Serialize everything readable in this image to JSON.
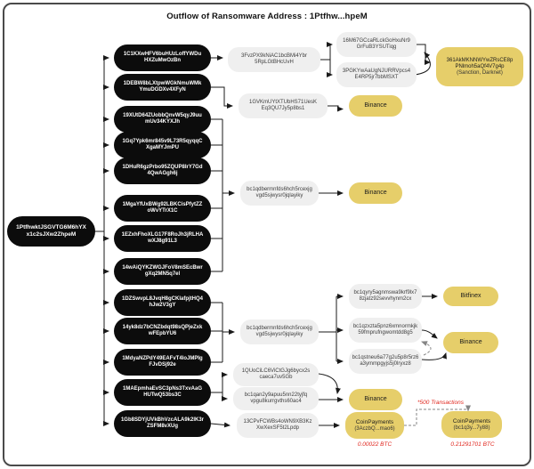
{
  "title": "Outflow of Ransomware Address : 1Ptfhw...hpeM",
  "colors": {
    "source_node": "#0c0c0c",
    "intermediate_node": "#efefef",
    "exchange_node": "#e6ce6a",
    "flow_annotation": "#e0261d"
  },
  "nodes": {
    "main": {
      "label": "1PtfhwktJSGVTG6M6hYX x1c2sJXw2ZhpeM"
    },
    "b1": {
      "label": "1C1KXwHFV6buHUzLoffYWDu HXZuMwOzBn"
    },
    "b2": {
      "label": "1DEBW8bLXtpwWGkNmuWMk YmuDGDXv4XFyN"
    },
    "b3": {
      "label": "19XUtD64ZUobbQnvW5qyJ9uu mUv34KYXJh"
    },
    "b4": {
      "label": "1Gq7Ypk6mr845v9L73R5qyqqC XgaMYJmPU"
    },
    "b5": {
      "label": "1DHuR6gzPrbo95ZQUP8IrY7Gd 4QwAGgh6j"
    },
    "b6": {
      "label": "1MgaYfUxBWg92LBKCisPfytZZ oWvYTrX1C"
    },
    "b7": {
      "label": "1EZxhFhoXLG17F8RoJh3jRLHA wXJ8g91L3"
    },
    "b8": {
      "label": "14wAiQYKZWGJFoV8mSEcBwr gXq2MN5q7el"
    },
    "b9": {
      "label": "1DZSwvpL8JvqH8gCKlafpjtHQ4 hJw2V3gY"
    },
    "b10": {
      "label": "14yk8dz7bCNZbdqt98sQPjeZxk wFEpbYU6"
    },
    "b11": {
      "label": "1MdyaNZPdY49EAFvT4loJMPIg FJvDSj92e"
    },
    "b12": {
      "label": "1MAEpmhaEvSC3pNs3TxvAaG HUTwQ53bs3C"
    },
    "b13": {
      "label": "1Gb8SDYjUVkBhVzcALA9k2lK3r ZSFM8vXUg"
    },
    "g1": {
      "label": "3FvzPX9kNiAC1bcBMi4Ybr 5RpLGtBHcUvH"
    },
    "g2": {
      "label": "1GVKmUYtXTUbHS71UesK Eq3QU7Jy5p8bs1"
    },
    "g3": {
      "label": "bc1qdbermnfds6hch5rcexjg vgd5sjwysr0jqlayiky"
    },
    "g4": {
      "label": "bc1qdbermnfds6hch5rcexjg vgd5sjwysr0jqlayiky"
    },
    "g5": {
      "label": "1QUoCiLC6ViCtGJg6bycx2s caeca7uv5Gb"
    },
    "g6": {
      "label": "bc1qan2y9apuu5nn22tyjfq vpgu8kurrgvths60ac4"
    },
    "g7": {
      "label": "13CPvFCWBs4oWN9XB3Kz XwXexSF5t2Lpdp"
    },
    "g8": {
      "label": "16M67GCcaRLckGoHxuNr9 GrFuB3YSUTiqg"
    },
    "g9": {
      "label": "3PGKYwAaUgNJURRVpcs4 E4RP5jr7bbMSXT"
    },
    "g10": {
      "label": "bc1qyry5agnmswa9krf9lx7 8zjatz92sevvhynm2cx"
    },
    "g11": {
      "label": "bc1qzxzta5pnz6xmnormkjk 59fmprufngwomtdd8g5"
    },
    "g12": {
      "label": "bc1qstneu6a77g2u5p8r5rz6 a3ymmpgyjs5j0lryxz8"
    },
    "y1": {
      "label": "361AkMKNNWYwZRsCE8p PNlmoh5aQf4V7g4p",
      "sub": "(Sanction, Darknet)"
    },
    "y2": {
      "label": "Binance"
    },
    "y3": {
      "label": "Binance"
    },
    "y4": {
      "label": "Bitfinex"
    },
    "y5": {
      "label": "Binance"
    },
    "y6": {
      "label": "Binance"
    },
    "y7": {
      "label": "CoinPayments",
      "sub": "(3AczbQ...mao6)"
    },
    "y8": {
      "label": "CoinPayments",
      "sub": "(bc1q3y...7y88)"
    }
  },
  "annotations": {
    "amount_left": "0.00022 BTC",
    "amount_right": "0.21291701 BTC",
    "tx_note": "*500 Transactions"
  }
}
